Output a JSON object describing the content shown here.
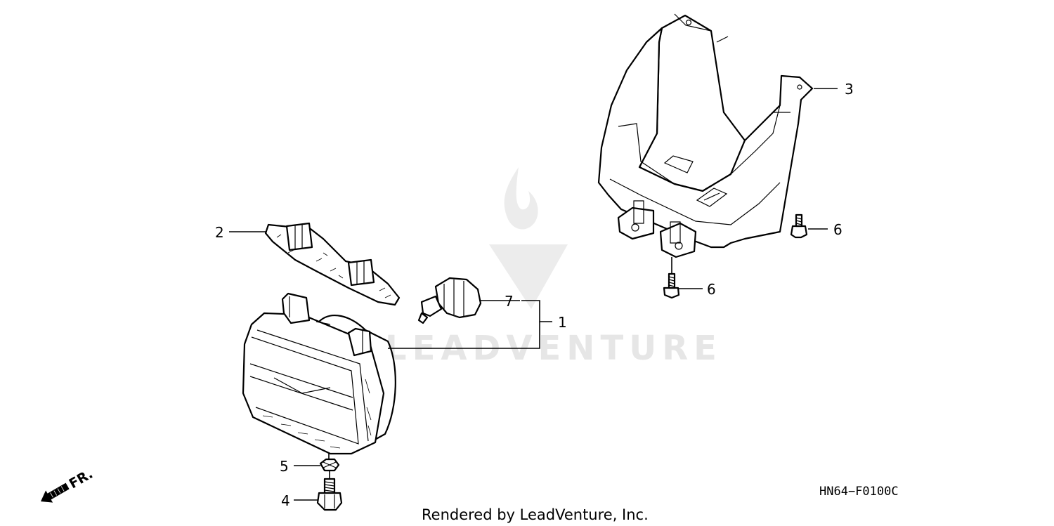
{
  "callouts": {
    "c1": "1",
    "c2": "2",
    "c3": "3",
    "c4": "4",
    "c5": "5",
    "c6a": "6",
    "c6b": "6",
    "c7": "7"
  },
  "diagram_code": "HN64−F0100C",
  "direction_label": "FR.",
  "credit": "Rendered by LeadVenture, Inc.",
  "watermark": "LEADVENTURE"
}
